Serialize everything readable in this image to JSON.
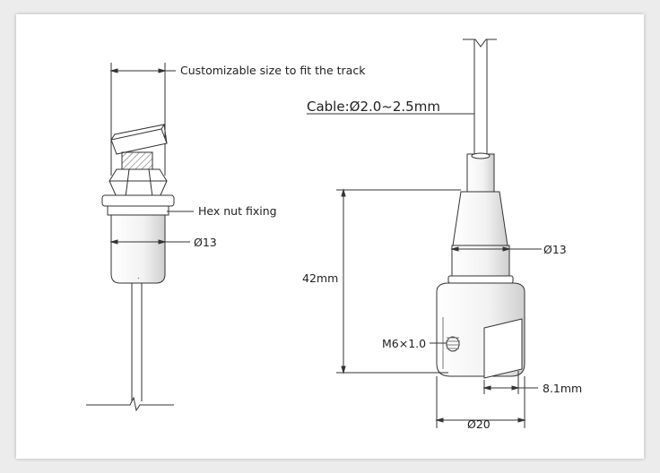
{
  "labels": {
    "track_size": "Customizable size to fit the track",
    "hex_nut": "Hex nut fixing",
    "left_diameter": "Ø13",
    "cable": "Cable:Ø2.0~2.5mm",
    "right_diameter": "Ø13",
    "height": "42mm",
    "thread": "M6×1.0",
    "slot_width": "8.1mm",
    "base_diameter": "Ø20"
  }
}
